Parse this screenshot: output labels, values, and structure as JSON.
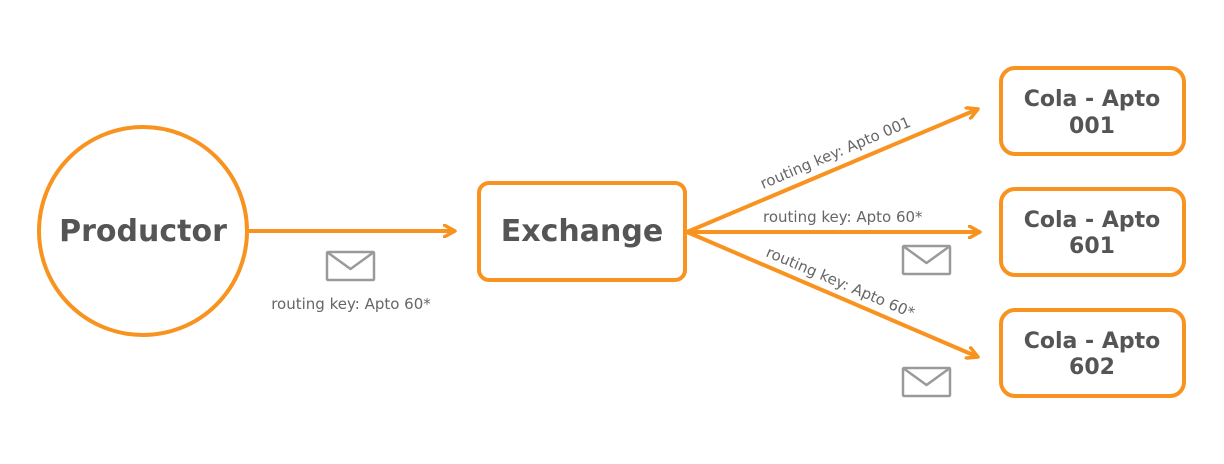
{
  "colors": {
    "accent": "#f7931e",
    "text": "#555555",
    "envelope": "#9a9a9a"
  },
  "producer": {
    "label": "Productor"
  },
  "exchange": {
    "label": "Exchange"
  },
  "producer_edge": {
    "label": "routing key: Apto 60*",
    "icon": "envelope-icon"
  },
  "queues": [
    {
      "line1": "Cola - Apto",
      "line2": "001"
    },
    {
      "line1": "Cola - Apto",
      "line2": "601"
    },
    {
      "line1": "Cola - Apto",
      "line2": "602"
    }
  ],
  "routes": [
    {
      "label": "routing key: Apto 001",
      "message": false
    },
    {
      "label": "routing key: Apto 60*",
      "message": true,
      "icon": "envelope-icon"
    },
    {
      "label": "routing key: Apto 60*",
      "message": true,
      "icon": "envelope-icon"
    }
  ]
}
